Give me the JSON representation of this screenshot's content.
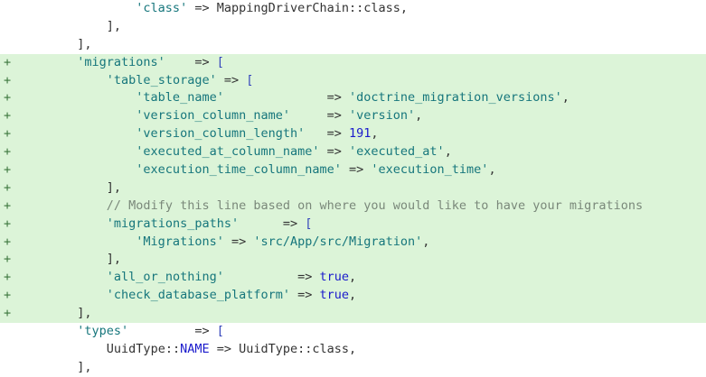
{
  "diff": {
    "added_marker": "+",
    "colors": {
      "added-bg": "#dcf4d8",
      "marker": "#3c763d",
      "plain": "#333333",
      "string": "#16767c",
      "number": "#1a1acc",
      "keyword": "#1a1acc",
      "constant": "#1a1acc",
      "bracket": "#3344bb",
      "comment": "#7a887a"
    },
    "lines": [
      {
        "added": false,
        "indent": 16,
        "seg": [
          [
            "s",
            "'class'"
          ],
          [
            "p",
            " => MappingDriverChain::class,"
          ]
        ]
      },
      {
        "added": false,
        "indent": 12,
        "seg": [
          [
            "p",
            "],"
          ]
        ]
      },
      {
        "added": false,
        "indent": 8,
        "seg": [
          [
            "p",
            "],"
          ]
        ]
      },
      {
        "added": true,
        "indent": 8,
        "seg": [
          [
            "s",
            "'migrations'"
          ],
          [
            "p",
            "    => "
          ],
          [
            "b",
            "["
          ]
        ]
      },
      {
        "added": true,
        "indent": 12,
        "seg": [
          [
            "s",
            "'table_storage'"
          ],
          [
            "p",
            " => "
          ],
          [
            "b",
            "["
          ]
        ]
      },
      {
        "added": true,
        "indent": 16,
        "seg": [
          [
            "s",
            "'table_name'"
          ],
          [
            "p",
            "              => "
          ],
          [
            "s",
            "'doctrine_migration_versions'"
          ],
          [
            "p",
            ","
          ]
        ]
      },
      {
        "added": true,
        "indent": 16,
        "seg": [
          [
            "s",
            "'version_column_name'"
          ],
          [
            "p",
            "     => "
          ],
          [
            "s",
            "'version'"
          ],
          [
            "p",
            ","
          ]
        ]
      },
      {
        "added": true,
        "indent": 16,
        "seg": [
          [
            "s",
            "'version_column_length'"
          ],
          [
            "p",
            "   => "
          ],
          [
            "n",
            "191"
          ],
          [
            "p",
            ","
          ]
        ]
      },
      {
        "added": true,
        "indent": 16,
        "seg": [
          [
            "s",
            "'executed_at_column_name'"
          ],
          [
            "p",
            " => "
          ],
          [
            "s",
            "'executed_at'"
          ],
          [
            "p",
            ","
          ]
        ]
      },
      {
        "added": true,
        "indent": 16,
        "seg": [
          [
            "s",
            "'execution_time_column_name'"
          ],
          [
            "p",
            " => "
          ],
          [
            "s",
            "'execution_time'"
          ],
          [
            "p",
            ","
          ]
        ]
      },
      {
        "added": true,
        "indent": 12,
        "seg": [
          [
            "p",
            "],"
          ]
        ]
      },
      {
        "added": true,
        "indent": 12,
        "seg": [
          [
            "m",
            "// Modify this line based on where you would like to have your migrations"
          ]
        ]
      },
      {
        "added": true,
        "indent": 12,
        "seg": [
          [
            "s",
            "'migrations_paths'"
          ],
          [
            "p",
            "      => "
          ],
          [
            "b",
            "["
          ]
        ]
      },
      {
        "added": true,
        "indent": 16,
        "seg": [
          [
            "s",
            "'Migrations'"
          ],
          [
            "p",
            " => "
          ],
          [
            "s",
            "'src/App/src/Migration'"
          ],
          [
            "p",
            ","
          ]
        ]
      },
      {
        "added": true,
        "indent": 12,
        "seg": [
          [
            "p",
            "],"
          ]
        ]
      },
      {
        "added": true,
        "indent": 12,
        "seg": [
          [
            "s",
            "'all_or_nothing'"
          ],
          [
            "p",
            "          => "
          ],
          [
            "k",
            "true"
          ],
          [
            "p",
            ","
          ]
        ]
      },
      {
        "added": true,
        "indent": 12,
        "seg": [
          [
            "s",
            "'check_database_platform'"
          ],
          [
            "p",
            " => "
          ],
          [
            "k",
            "true"
          ],
          [
            "p",
            ","
          ]
        ]
      },
      {
        "added": true,
        "indent": 8,
        "seg": [
          [
            "p",
            "],"
          ]
        ]
      },
      {
        "added": false,
        "indent": 8,
        "seg": [
          [
            "s",
            "'types'"
          ],
          [
            "p",
            "         => "
          ],
          [
            "b",
            "["
          ]
        ]
      },
      {
        "added": false,
        "indent": 12,
        "seg": [
          [
            "p",
            "UuidType::"
          ],
          [
            "c",
            "NAME"
          ],
          [
            "p",
            " => UuidType::class,"
          ]
        ]
      },
      {
        "added": false,
        "indent": 8,
        "seg": [
          [
            "p",
            "],"
          ]
        ]
      }
    ]
  }
}
